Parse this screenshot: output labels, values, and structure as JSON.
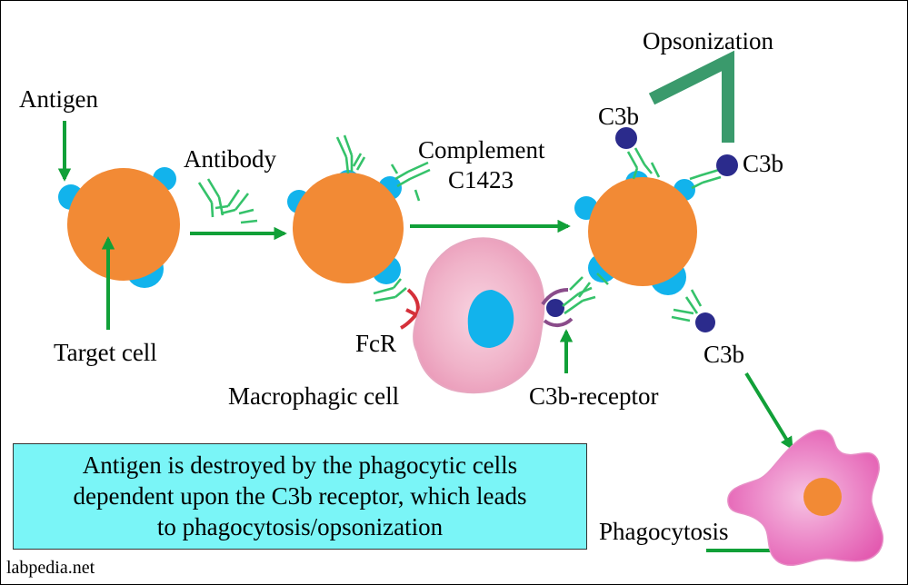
{
  "labels": {
    "antigen": "Antigen",
    "target_cell": "Target cell",
    "antibody": "Antibody",
    "complement_line1": "Complement",
    "complement_line2": "C1423",
    "opsonization": "Opsonization",
    "c3b_top_left": "C3b",
    "c3b_top_right": "C3b",
    "c3b_bottom": "C3b",
    "fcr": "FcR",
    "macrophagic_cell": "Macrophagic cell",
    "c3b_receptor": "C3b-receptor",
    "phagocytosis": "Phagocytosis"
  },
  "caption": {
    "line1": "Antigen is destroyed by the phagocytic cells",
    "line2": "dependent upon the C3b receptor, which leads",
    "line3": "to phagocytosis/opsonization"
  },
  "watermark": "labpedia.net",
  "colors": {
    "cell_orange": "#f28a35",
    "antigen_blue": "#12b3ec",
    "antibody_green": "#35c26a",
    "arrow_green": "#11a038",
    "c3b_navy": "#2b2b8c",
    "fcr_red": "#d5303a",
    "receptor_purple": "#8a4c8a",
    "macrophage_pink": "#f3bdd0",
    "phagocyte_magenta": "#e35ab0",
    "opsonization_mark": "#3a9a6c",
    "caption_bg": "#7af5f7"
  }
}
